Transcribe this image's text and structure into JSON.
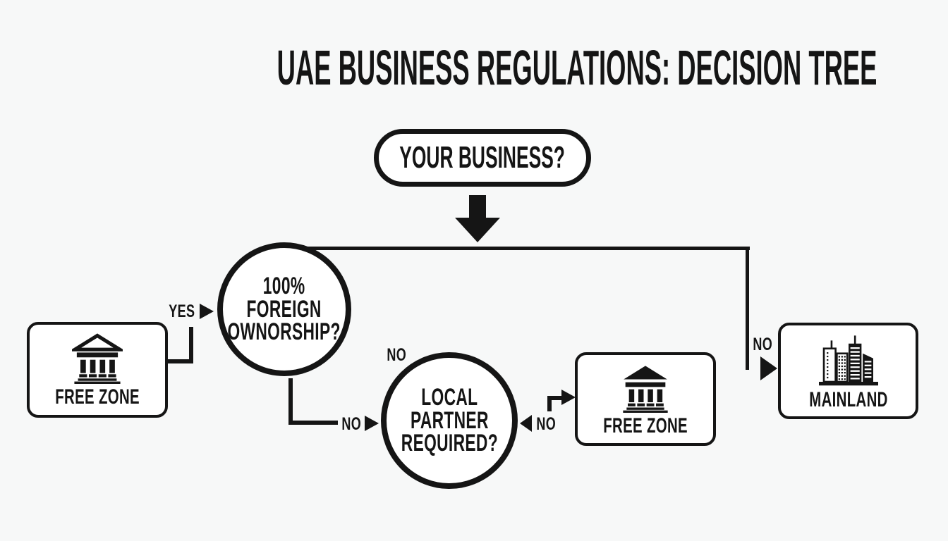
{
  "title": "UAE BUSINESS REGULATIONS: DECISION TREE",
  "root": {
    "label": "YOUR BUSINESS?"
  },
  "decisions": {
    "ownership": {
      "label": "100%\nFOREIGN\nOWNORSHIP?"
    },
    "partner": {
      "label": "LOCAL\nPARTNER\nREQUIRED?"
    }
  },
  "outcomes": {
    "free_zone_left": {
      "label": "FREE ZONE",
      "icon": "bank-columns-icon"
    },
    "free_zone_right": {
      "label": "FREE ZONE",
      "icon": "bank-columns-icon"
    },
    "mainland": {
      "label": "MAINLAND",
      "icon": "city-buildings-icon"
    }
  },
  "edge_labels": {
    "yes_left": "YES",
    "no_down": "NO",
    "no_above_partner": "NO",
    "no_partner_right": "NO",
    "no_mainland": "NO"
  },
  "colors": {
    "ink": "#151515",
    "background": "#f7f8f8",
    "node_fill": "#ffffff"
  }
}
